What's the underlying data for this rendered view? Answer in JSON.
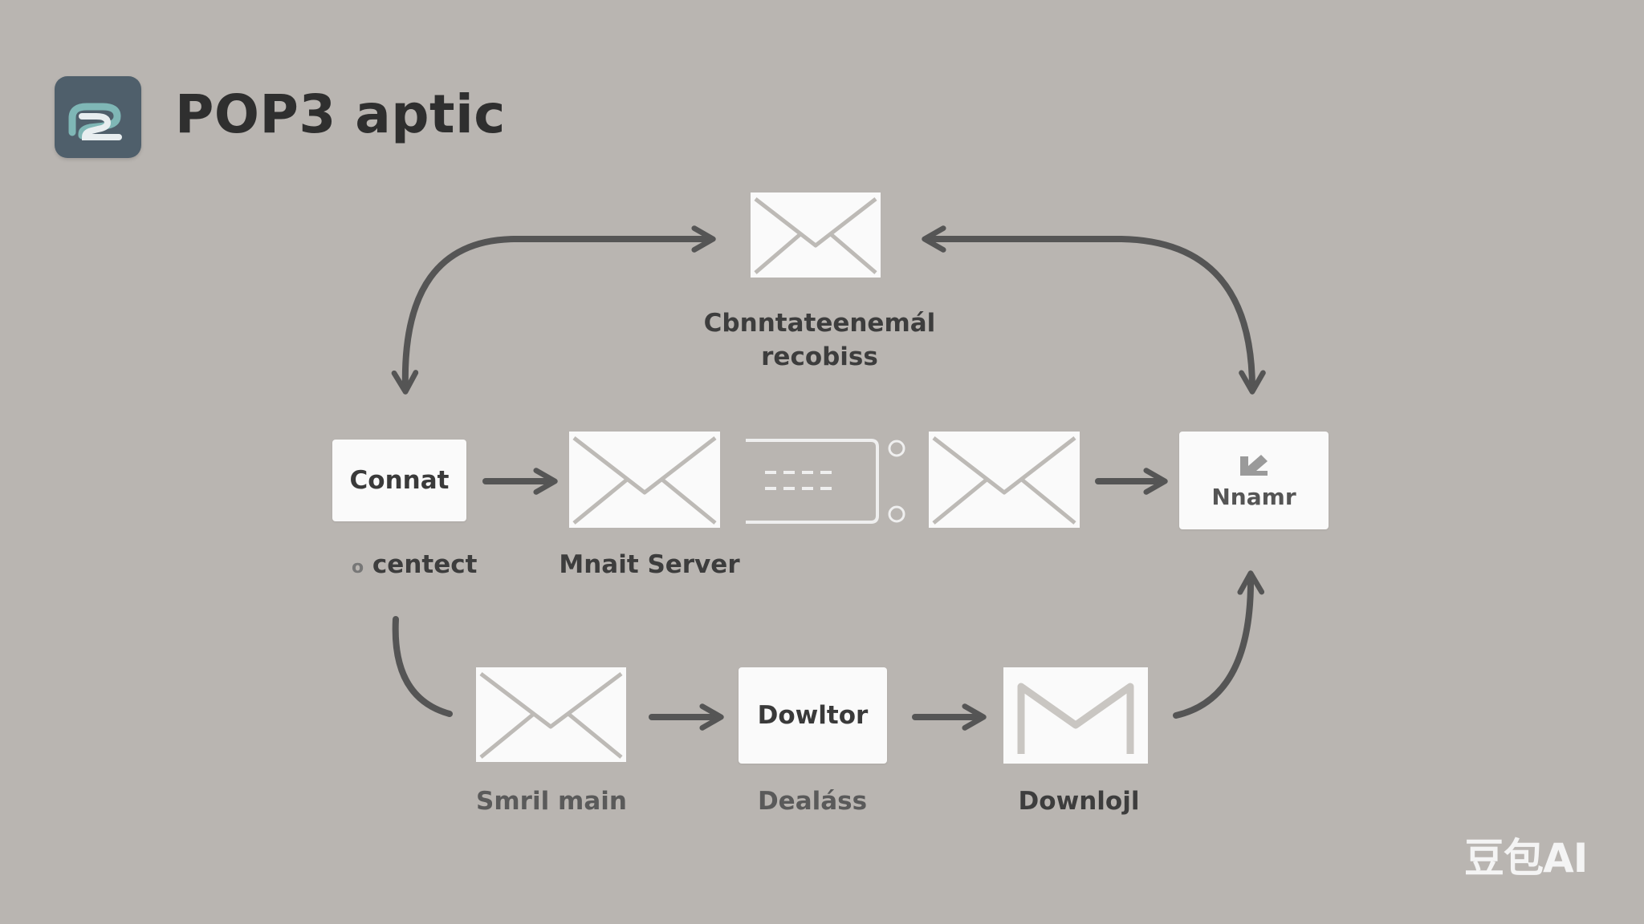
{
  "header": {
    "title": "POP3 aptic"
  },
  "diagram": {
    "top_label_line1": "Cbnntateenemál",
    "top_label_line2": "recobiss",
    "nodes": {
      "connect_box": "Connat",
      "connect_label": "centect",
      "connect_label_mark": "o",
      "mail_server_label": "Mnait Server",
      "name_box": "Nnamr",
      "small_mail_label": "Smril main",
      "download_box": "Dowltor",
      "download_box_label": "Dealáss",
      "download_label": "Downlojl"
    }
  },
  "watermark": "豆包AI",
  "colors": {
    "background": "#b9b5b1",
    "arrow": "#555555",
    "box": "#fafafa",
    "logo": "#4f5f6b"
  }
}
